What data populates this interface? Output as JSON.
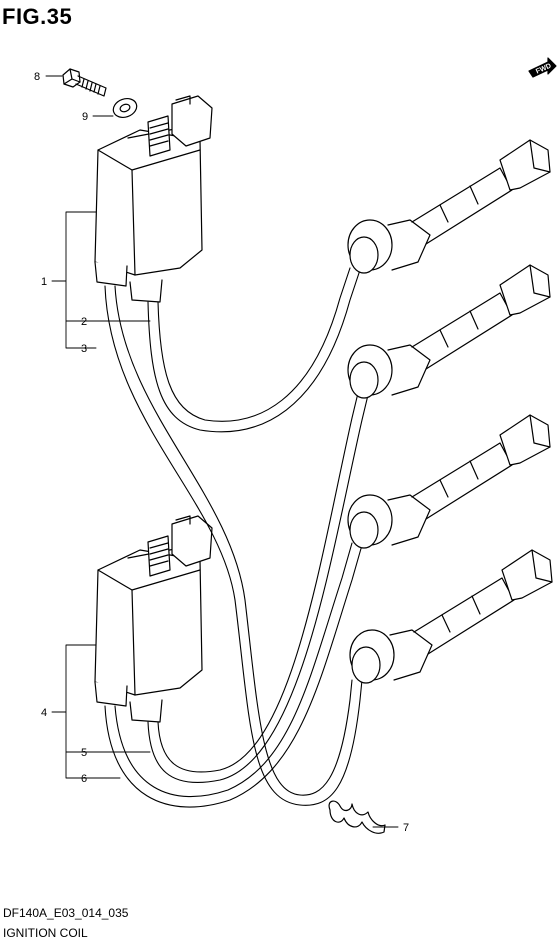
{
  "figure": {
    "title": "FIG.35",
    "code": "DF140A_E03_014_035",
    "name": "IGNITION COIL"
  },
  "direction_badge": "FWD",
  "callouts": [
    {
      "id": "8",
      "label": "8"
    },
    {
      "id": "9",
      "label": "9"
    },
    {
      "id": "1",
      "label": "1"
    },
    {
      "id": "2",
      "label": "2"
    },
    {
      "id": "3",
      "label": "3"
    },
    {
      "id": "4",
      "label": "4"
    },
    {
      "id": "5",
      "label": "5"
    },
    {
      "id": "6",
      "label": "6"
    },
    {
      "id": "7",
      "label": "7"
    }
  ]
}
